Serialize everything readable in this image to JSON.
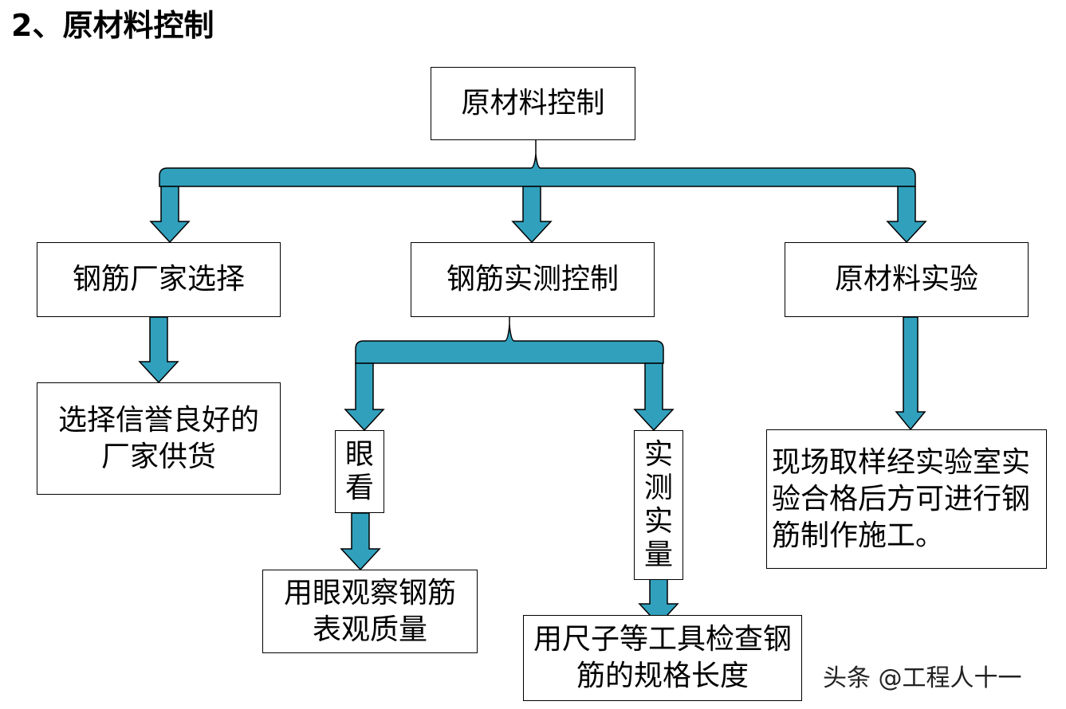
{
  "title": "2、原材料控制",
  "nodes": {
    "root": "原材料控制",
    "vendor": "钢筋厂家选择",
    "measure": "钢筋实测控制",
    "test": "原材料实验",
    "vendor_detail": "选择信誉良好的厂家供货",
    "eye": "眼看",
    "actual": "实测实量",
    "test_detail": "现场取样经实验室实验合格后方可进行钢筋制作施工。",
    "eye_detail": "用眼观察钢筋表观质量",
    "actual_detail": "用尺子等工具检查钢筋的规格长度"
  },
  "watermark": "头条 @工程人十一",
  "colors": {
    "arrow_fill": "#31a0bc",
    "stroke": "#000000"
  }
}
